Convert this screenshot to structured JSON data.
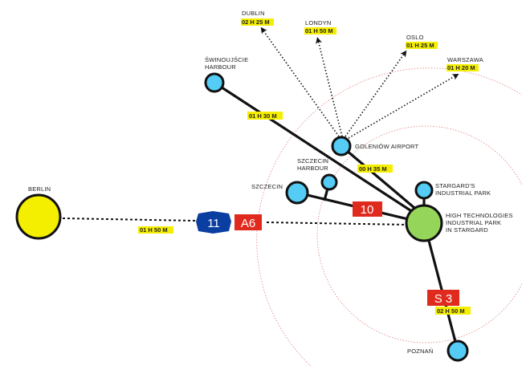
{
  "colors": {
    "node": "#55ccf5",
    "berlin": "#f4ee00",
    "hub": "#95d65a",
    "time_bg": "#f5ee00",
    "road_red": "#e02a1e",
    "road_blue": "#0a3ea0",
    "radius": "#e08080"
  },
  "hub": {
    "label_lines": [
      "HIGH TECHNOLOGIES",
      "INDUSTRIAL PARK",
      "IN STARGARD"
    ]
  },
  "nodes": {
    "berlin": {
      "label": "BERLIN"
    },
    "swinoujscie": {
      "label_lines": [
        "ŚWINOUJŚCIE",
        "HARBOUR"
      ]
    },
    "goleniow": {
      "label": "GOLENIÓW AIRPORT"
    },
    "szczecin": {
      "label": "SZCZECIN"
    },
    "szczecin_harbour": {
      "label_lines": [
        "SZCZECIN",
        "HARBOUR"
      ]
    },
    "stargard_park": {
      "label_lines": [
        "STARGARD'S",
        "INDUSTRIAL PARK"
      ]
    },
    "poznan": {
      "label": "POZNAŃ"
    }
  },
  "flights": [
    {
      "city": "DUBLIN",
      "time": "02 H 25 M"
    },
    {
      "city": "LONDYN",
      "time": "01 H 50 M"
    },
    {
      "city": "OSLO",
      "time": "01 H 25 M"
    },
    {
      "city": "WARSZAWA",
      "time": "01 H 20 M"
    }
  ],
  "times": {
    "berlin": "01 H 50 M",
    "swinoujscie": "01 H 30 M",
    "goleniow": "00 H 35 M",
    "poznan": "02 H 50 M"
  },
  "roads": {
    "r11": "11",
    "a6": "A6",
    "r10": "10",
    "s3": "S 3"
  }
}
